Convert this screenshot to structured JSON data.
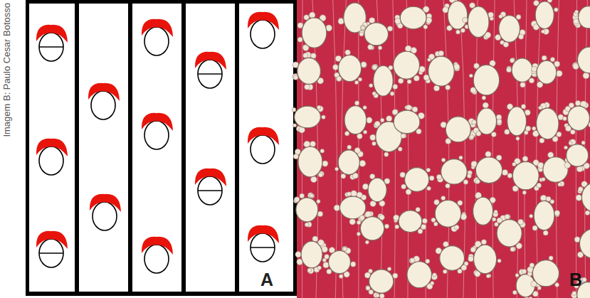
{
  "diagram": {
    "labels": [
      "Imagem B: Paulo Cesar Botosso",
      "A",
      "B"
    ]
  }
}
